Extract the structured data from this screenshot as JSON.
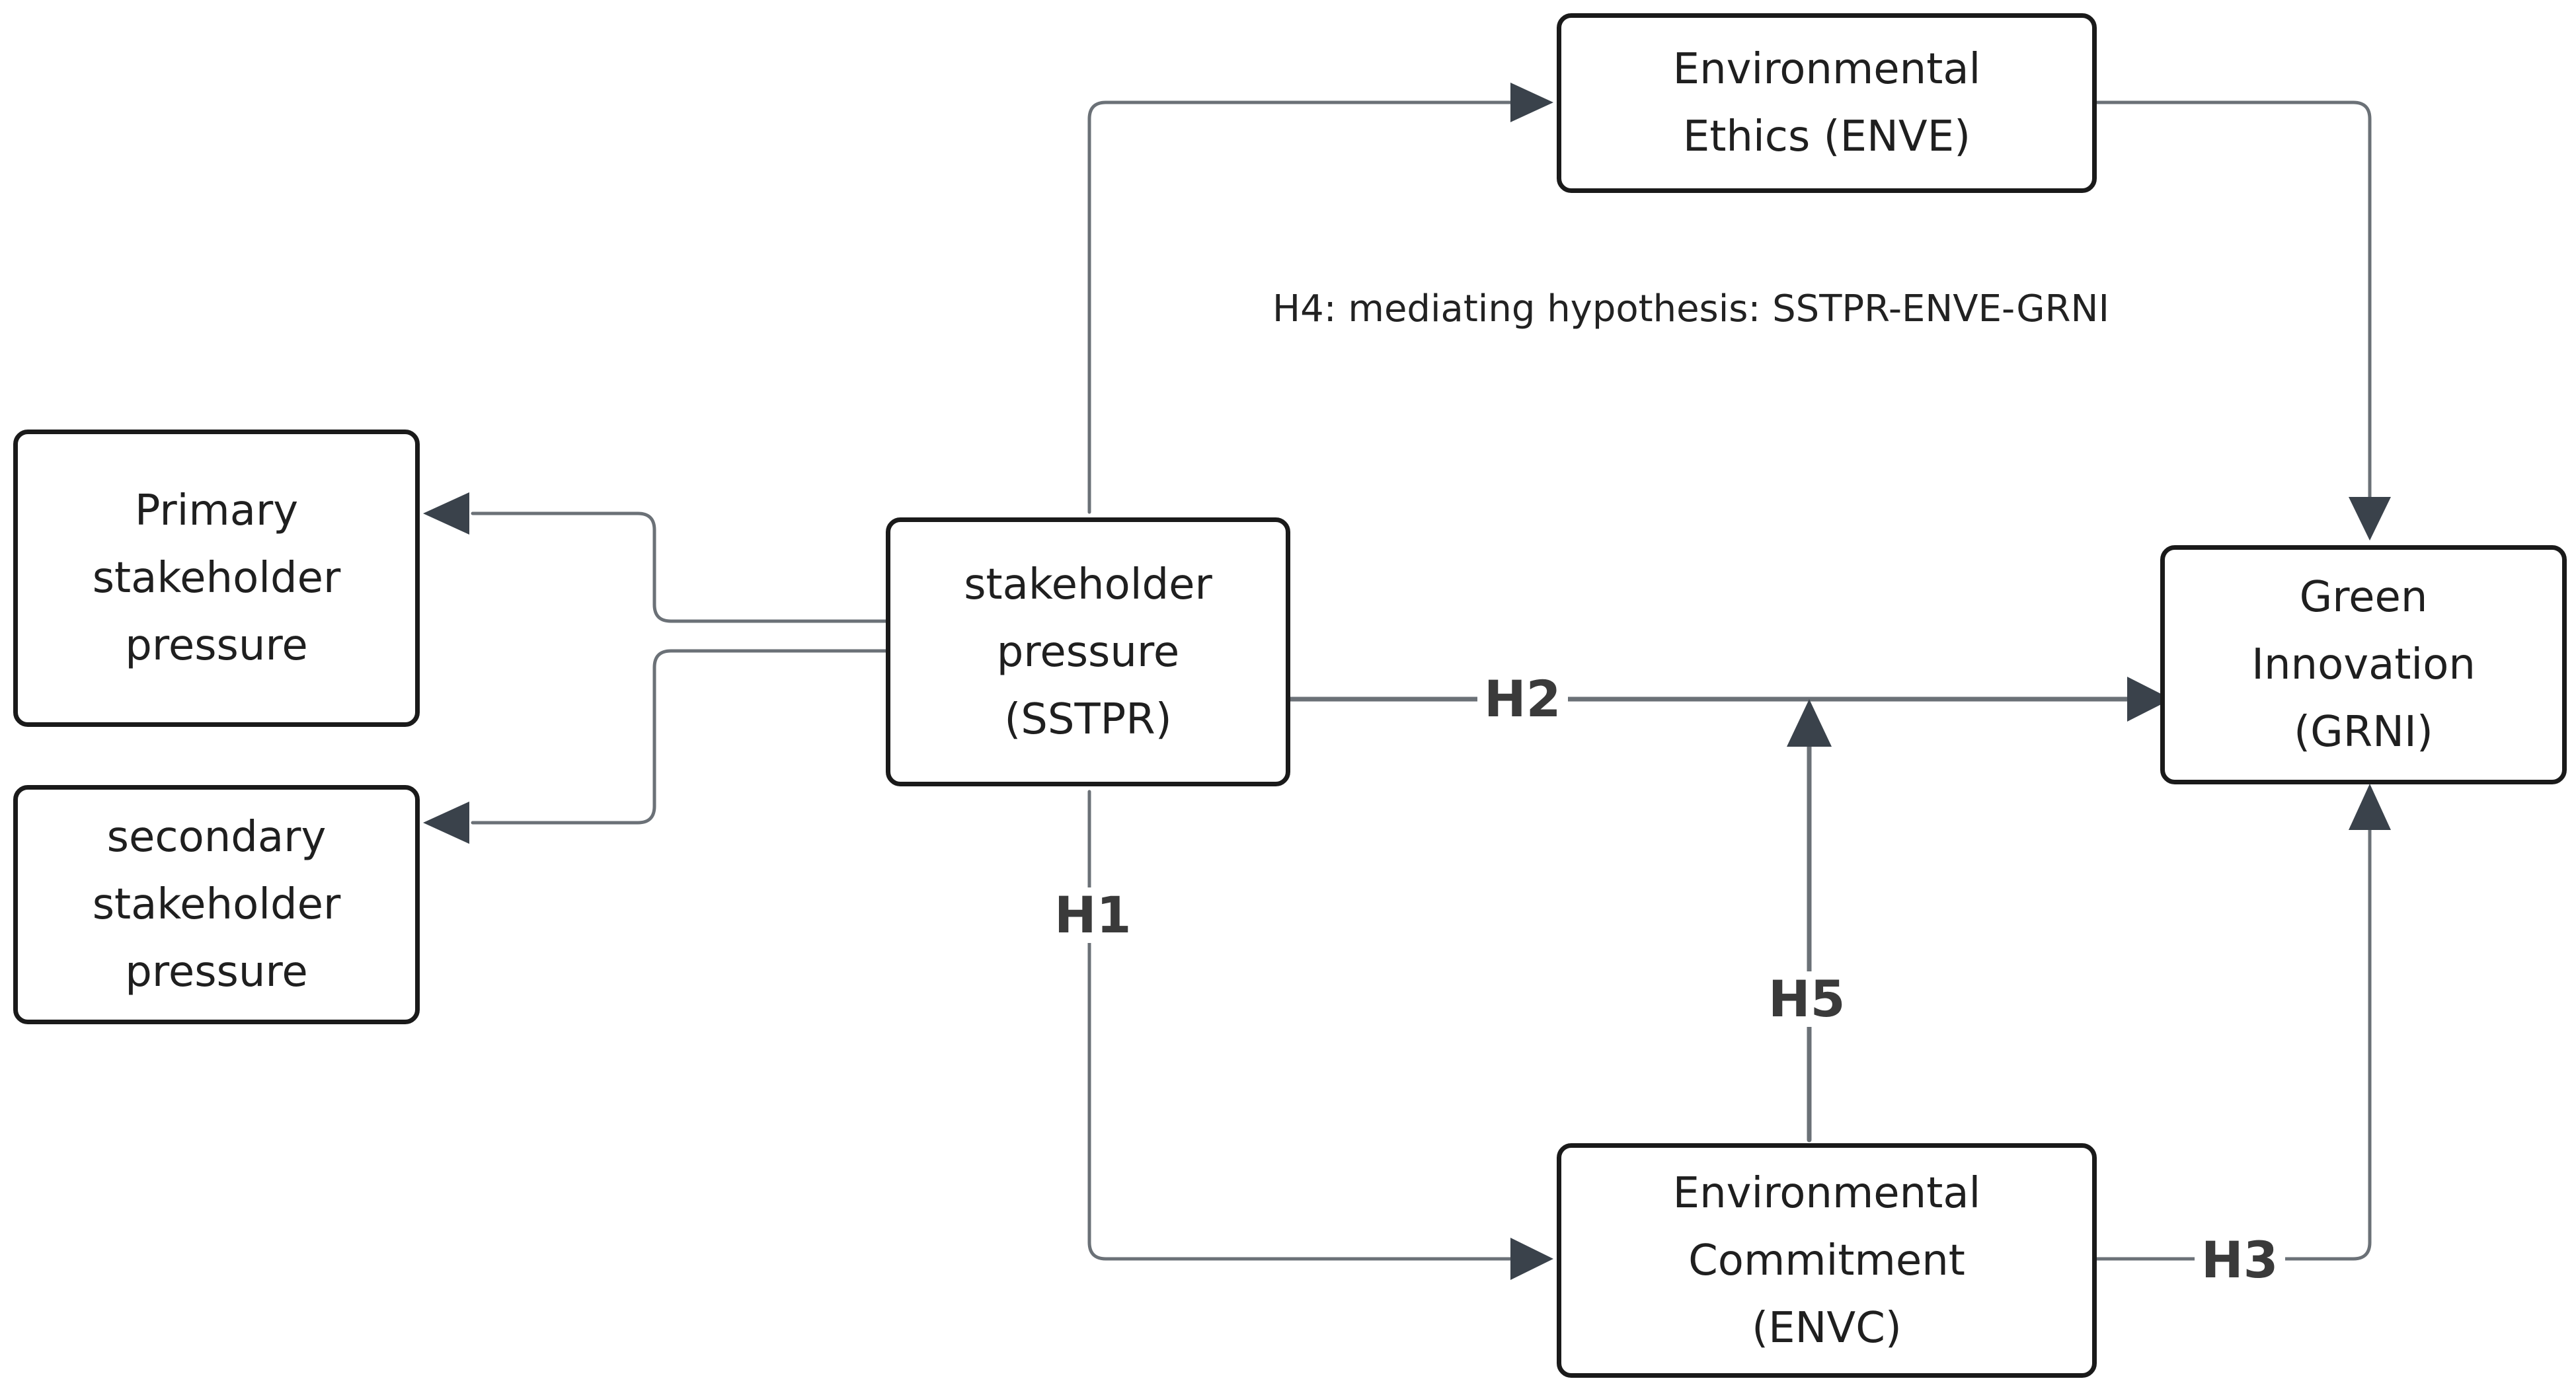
{
  "nodes": {
    "enve": {
      "lines": [
        "Environmental",
        "Ethics (ENVE)"
      ]
    },
    "primary": {
      "lines": [
        "Primary",
        "stakeholder",
        "pressure"
      ]
    },
    "secondary": {
      "lines": [
        "secondary",
        "stakeholder",
        "pressure"
      ]
    },
    "sstpr": {
      "lines": [
        "stakeholder",
        "pressure",
        "(SSTPR)"
      ]
    },
    "grni": {
      "lines": [
        "Green",
        "Innovation",
        "(GRNI)"
      ]
    },
    "envc": {
      "lines": [
        "Environmental",
        "Commitment",
        "(ENVC)"
      ]
    }
  },
  "labels": {
    "h1": "H1",
    "h2": "H2",
    "h3": "H3",
    "h5": "H5",
    "h4_note": "H4: mediating hypothesis: SSTPR-ENVE-GRNI"
  },
  "colors": {
    "connector": "#6b7177",
    "arrowhead": "#3a424b",
    "box_border": "#1a1a1a"
  }
}
